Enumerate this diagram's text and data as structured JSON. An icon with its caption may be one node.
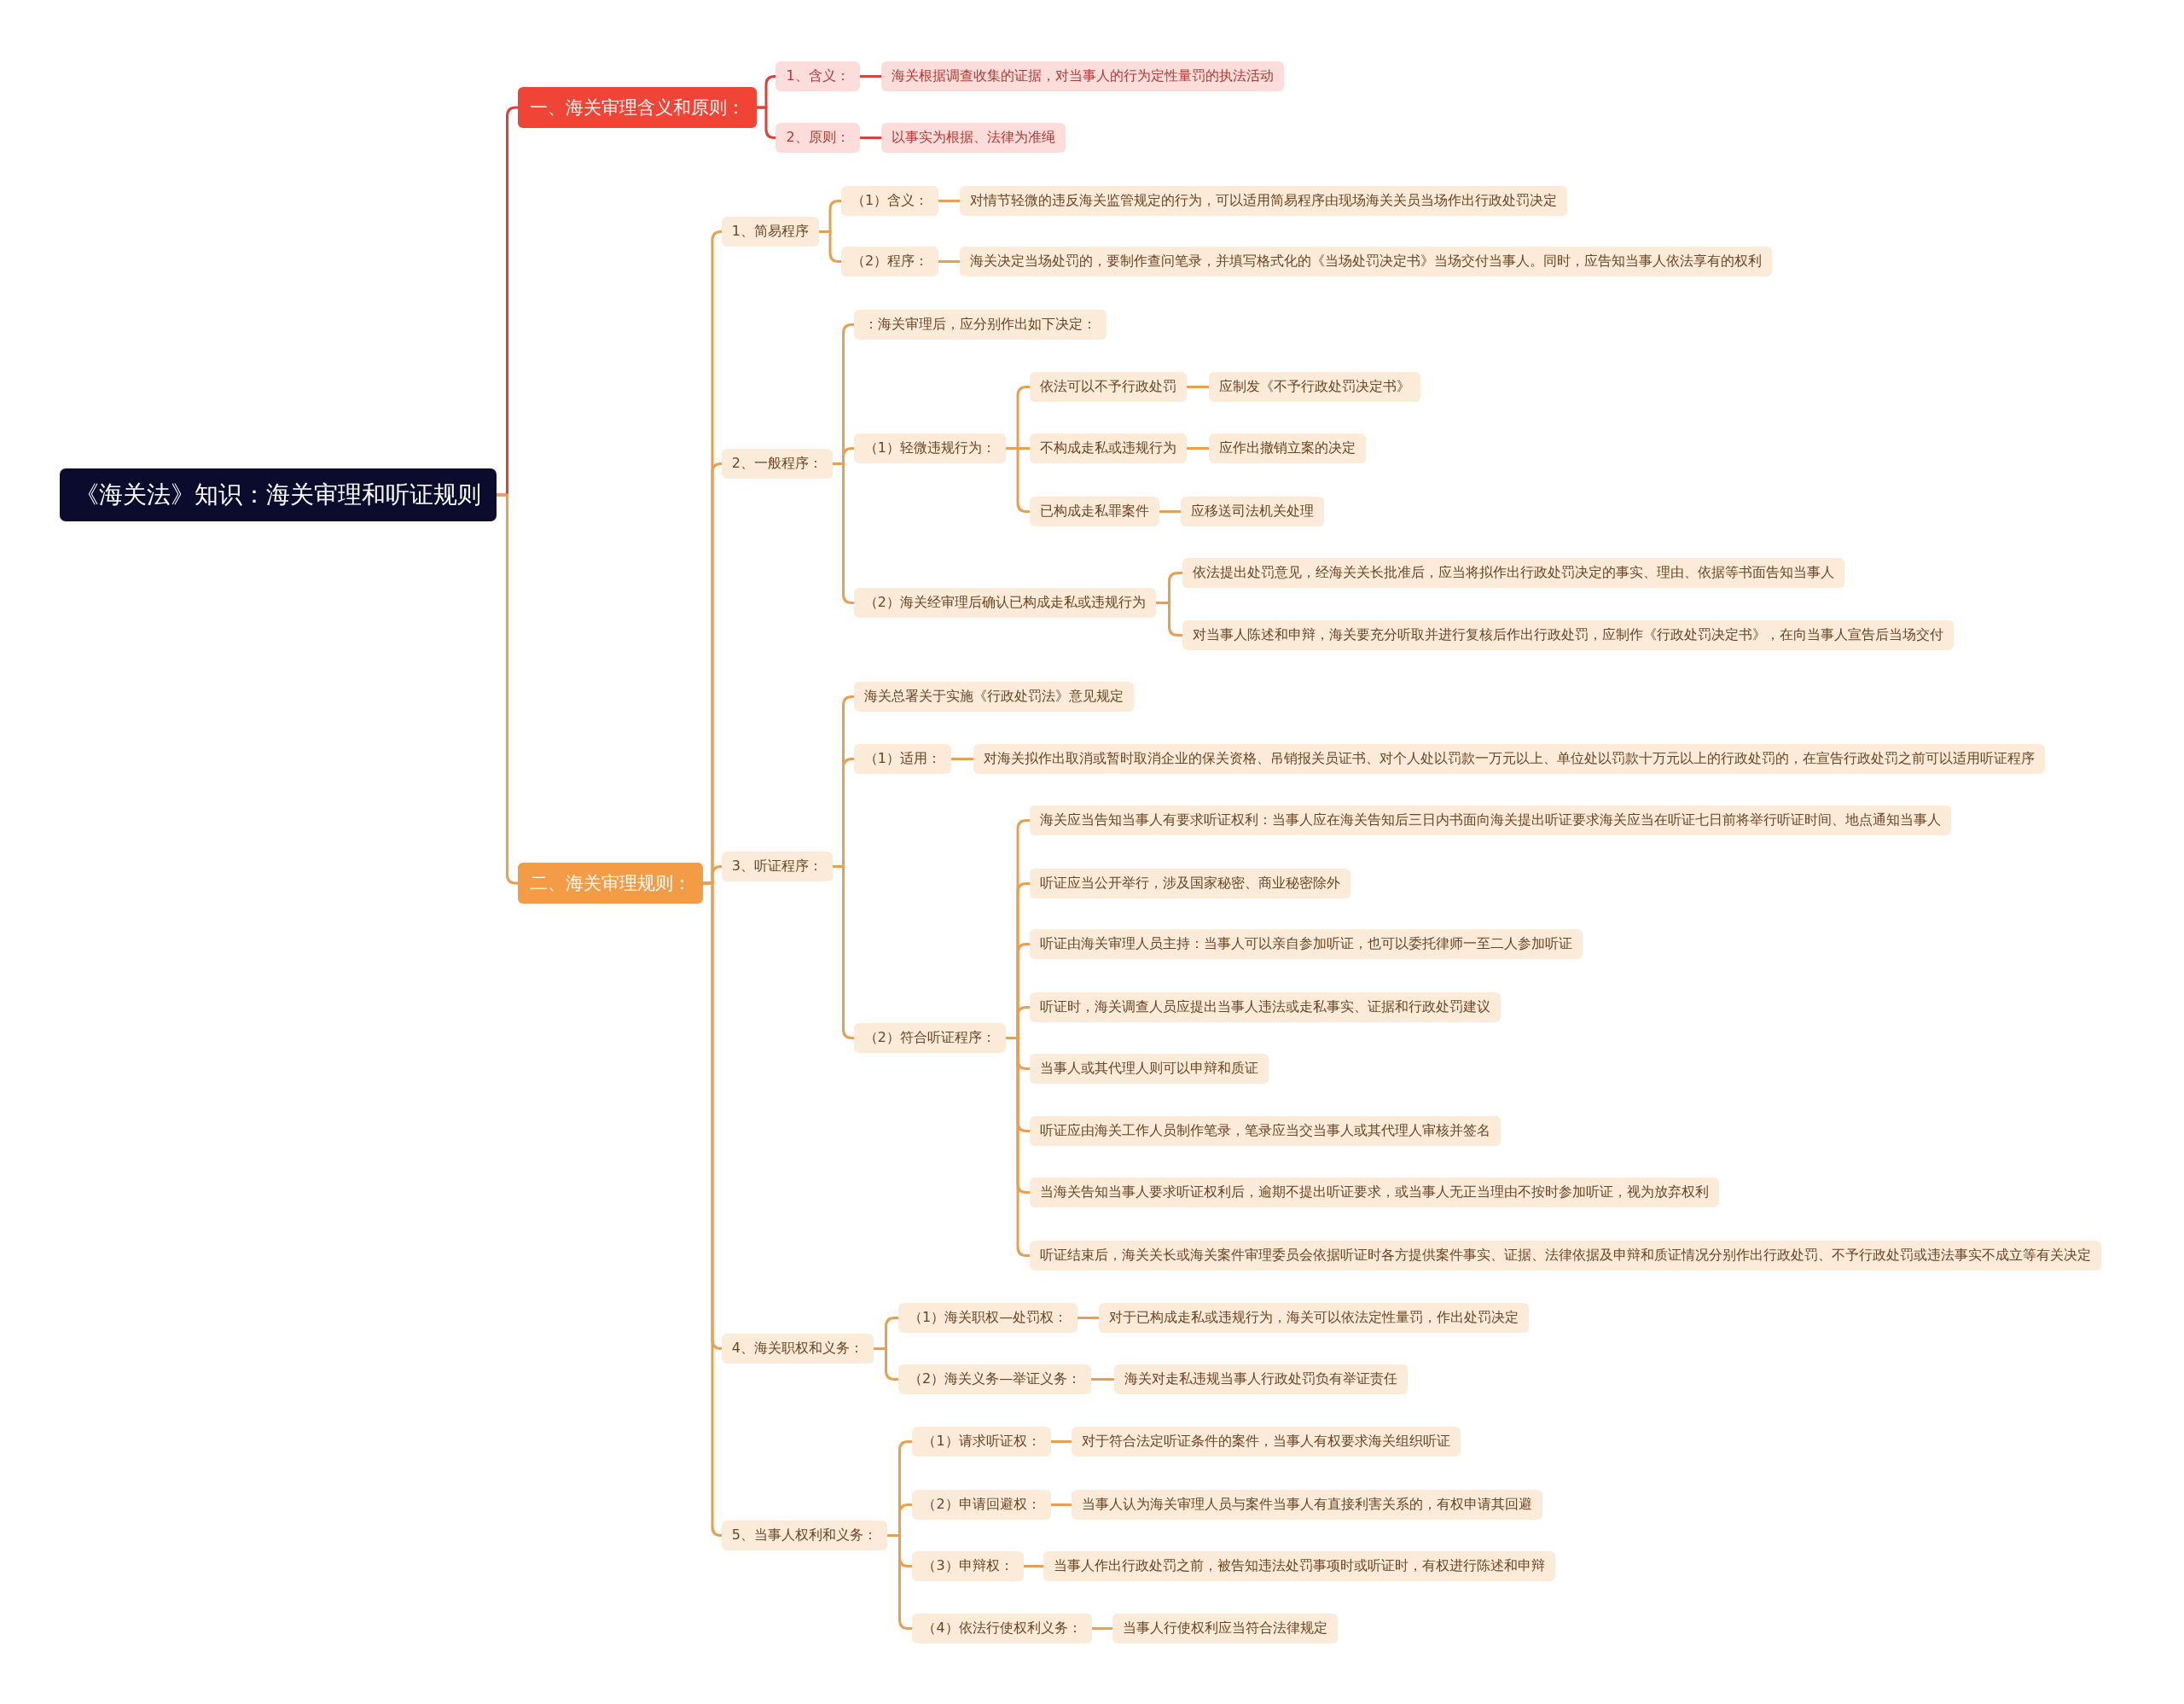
{
  "diagram": {
    "nodes": [
      {
        "text": [
          "《海关法》知识：海关审理和听证规则"
        ]
      },
      {
        "text": [
          "一、海关审理含义和原则："
        ]
      },
      {
        "text": [
          "1、含义："
        ]
      },
      {
        "text": [
          "海关根据调查收集的证据，对当事人的行为定性量罚的执法活动"
        ]
      },
      {
        "text": [
          "2、原则："
        ]
      },
      {
        "text": [
          "以事实为根据、法律为准绳"
        ]
      },
      {
        "text": [
          "二、海关审理规则："
        ]
      },
      {
        "text": [
          "1、简易程序"
        ]
      },
      {
        "text": [
          "（1）含义："
        ]
      },
      {
        "text": [
          "对情节轻微的违反海关监管规定的行为，可以适用简易程序由现场海关关员当场作出行政处罚决定"
        ]
      },
      {
        "text": [
          "（2）程序："
        ]
      },
      {
        "text": [
          "海关决定当场处罚的，要制作查问笔录，并填写格式化的《当场处罚决定书》当场交付当事人。同时，应告知当事人依法享有的权利"
        ]
      },
      {
        "text": [
          "2、一般程序："
        ]
      },
      {
        "text": [
          "：海关审理后，应分别作出如下决定："
        ]
      },
      {
        "text": [
          "（1）轻微违规行为："
        ]
      },
      {
        "text": [
          "依法可以不予行政处罚"
        ]
      },
      {
        "text": [
          "应制发《不予行政处罚决定书》"
        ]
      },
      {
        "text": [
          "不构成走私或违规行为"
        ]
      },
      {
        "text": [
          "应作出撤销立案的决定"
        ]
      },
      {
        "text": [
          "已构成走私罪案件"
        ]
      },
      {
        "text": [
          "应移送司法机关处理"
        ]
      },
      {
        "text": [
          "（2）海关经审理后确认已构成走私或违规行为"
        ]
      },
      {
        "text": [
          "依法提出处罚意见，经海关关长批准后，应当将拟作出行政处罚决定的事实、理由、依据等书面告知当事人"
        ]
      },
      {
        "text": [
          "对当事人陈述和申辩，海关要充分听取并进行复核后作出行政处罚，应制作《行政处罚决定书》，在向当事人宣告后当场交付"
        ]
      },
      {
        "text": [
          "3、听证程序："
        ]
      },
      {
        "text": [
          "海关总署关于实施《行政处罚法》意见规定"
        ]
      },
      {
        "text": [
          "（1）适用："
        ]
      },
      {
        "text": [
          "对海关拟作出取消或暂时取消企业的保关资格、吊销报关员证书、对个人处以罚款一万元以上、单位处以罚款十万元以上的行政处罚的，在宣告行政处罚之前可以适用听证程序"
        ]
      },
      {
        "text": [
          "（2）符合听证程序："
        ]
      },
      {
        "text": [
          "海关应当告知当事人有要求听证权利：当事人应在海关告知后三日内书面向海关提出听证要求海关应当在听证七日前将举行听证时间、地点通知当事人"
        ]
      },
      {
        "text": [
          "听证应当公开举行，涉及国家秘密、商业秘密除外"
        ]
      },
      {
        "text": [
          "听证由海关审理人员主持：当事人可以亲自参加听证，也可以委托律师一至二人参加听证"
        ]
      },
      {
        "text": [
          "听证时，海关调查人员应提出当事人违法或走私事实、证据和行政处罚建议"
        ]
      },
      {
        "text": [
          "当事人或其代理人则可以申辩和质证"
        ]
      },
      {
        "text": [
          "听证应由海关工作人员制作笔录，笔录应当交当事人或其代理人审核并签名"
        ]
      },
      {
        "text": [
          "当海关告知当事人要求听证权利后，逾期不提出听证要求，或当事人无正当理由不按时参加听证，视为放弃权利"
        ]
      },
      {
        "text": [
          "听证结束后，海关关长或海关案件审理委员会依据听证时各方提供案件事实、证据、法律依据及申辩和质证情况分别作出行政处罚、不予行政处罚或违法事实不成立等有关决定"
        ]
      },
      {
        "text": [
          "4、海关职权和义务："
        ]
      },
      {
        "text": [
          "（1）海关职权—处罚权："
        ]
      },
      {
        "text": [
          "对于已构成走私或违规行为，海关可以依法定性量罚，作出处罚决定"
        ]
      },
      {
        "text": [
          "（2）海关义务—举证义务："
        ]
      },
      {
        "text": [
          "海关对走私违规当事人行政处罚负有举证责任"
        ]
      },
      {
        "text": [
          "5、当事人权利和义务："
        ]
      },
      {
        "text": [
          "（1）请求听证权："
        ]
      },
      {
        "text": [
          "对于符合法定听证条件的案件，当事人有权要求海关组织听证"
        ]
      },
      {
        "text": [
          "（2）申请回避权："
        ]
      },
      {
        "text": [
          "当事人认为海关审理人员与案件当事人有直接利害关系的，有权申请其回避"
        ]
      },
      {
        "text": [
          "（3）申辩权："
        ]
      },
      {
        "text": [
          "当事人作出行政处罚之前，被告知违法处罚事项时或听证时，有权进行陈述和申辩"
        ]
      },
      {
        "text": [
          "（4）依法行使权利义务："
        ]
      },
      {
        "text": [
          "当事人行使权利应当符合法律规定"
        ]
      }
    ],
    "edges": [
      {
        "from": 0,
        "to": 1,
        "arrow": "none",
        "color": "#e0403a"
      },
      {
        "from": 1,
        "to": 2,
        "arrow": "none",
        "color": "#e0403a"
      },
      {
        "from": 2,
        "to": 3,
        "arrow": "none",
        "color": "#e0403a"
      },
      {
        "from": 1,
        "to": 4,
        "arrow": "none",
        "color": "#e0403a"
      },
      {
        "from": 4,
        "to": 5,
        "arrow": "none",
        "color": "#e0403a"
      },
      {
        "from": 0,
        "to": 6,
        "arrow": "none"
      },
      {
        "from": 6,
        "to": 7,
        "arrow": "none"
      },
      {
        "from": 7,
        "to": 8,
        "arrow": "none"
      },
      {
        "from": 8,
        "to": 9,
        "arrow": "none"
      },
      {
        "from": 7,
        "to": 10,
        "arrow": "none"
      },
      {
        "from": 10,
        "to": 11,
        "arrow": "none"
      },
      {
        "from": 6,
        "to": 12,
        "arrow": "none"
      },
      {
        "from": 12,
        "to": 13,
        "arrow": "none"
      },
      {
        "from": 12,
        "to": 14,
        "arrow": "none"
      },
      {
        "from": 14,
        "to": 15,
        "arrow": "none"
      },
      {
        "from": 15,
        "to": 16,
        "arrow": "none"
      },
      {
        "from": 14,
        "to": 17,
        "arrow": "none"
      },
      {
        "from": 17,
        "to": 18,
        "arrow": "none"
      },
      {
        "from": 14,
        "to": 19,
        "arrow": "none"
      },
      {
        "from": 19,
        "to": 20,
        "arrow": "none"
      },
      {
        "from": 12,
        "to": 21,
        "arrow": "none"
      },
      {
        "from": 21,
        "to": 22,
        "arrow": "none"
      },
      {
        "from": 21,
        "to": 23,
        "arrow": "none"
      },
      {
        "from": 6,
        "to": 24,
        "arrow": "none"
      },
      {
        "from": 24,
        "to": 25,
        "arrow": "none"
      },
      {
        "from": 24,
        "to": 26,
        "arrow": "none"
      },
      {
        "from": 26,
        "to": 27,
        "arrow": "none"
      },
      {
        "from": 24,
        "to": 28,
        "arrow": "none"
      },
      {
        "from": 28,
        "to": 29,
        "arrow": "none"
      },
      {
        "from": 28,
        "to": 30,
        "arrow": "none"
      },
      {
        "from": 28,
        "to": 31,
        "arrow": "none"
      },
      {
        "from": 28,
        "to": 32,
        "arrow": "none"
      },
      {
        "from": 28,
        "to": 33,
        "arrow": "none"
      },
      {
        "from": 28,
        "to": 34,
        "arrow": "none"
      },
      {
        "from": 28,
        "to": 35,
        "arrow": "none"
      },
      {
        "from": 28,
        "to": 36,
        "arrow": "none"
      },
      {
        "from": 6,
        "to": 37,
        "arrow": "none"
      },
      {
        "from": 37,
        "to": 38,
        "arrow": "none"
      },
      {
        "from": 38,
        "to": 39,
        "arrow": "none"
      },
      {
        "from": 37,
        "to": 40,
        "arrow": "none"
      },
      {
        "from": 40,
        "to": 41,
        "arrow": "none"
      },
      {
        "from": 6,
        "to": 42,
        "arrow": "none"
      },
      {
        "from": 42,
        "to": 43,
        "arrow": "none"
      },
      {
        "from": 43,
        "to": 44,
        "arrow": "none"
      },
      {
        "from": 42,
        "to": 45,
        "arrow": "none"
      },
      {
        "from": 45,
        "to": 46,
        "arrow": "none"
      },
      {
        "from": 42,
        "to": 47,
        "arrow": "none"
      },
      {
        "from": 47,
        "to": 48,
        "arrow": "none"
      },
      {
        "from": 42,
        "to": 49,
        "arrow": "none"
      },
      {
        "from": 49,
        "to": 50,
        "arrow": "none"
      }
    ]
  }
}
